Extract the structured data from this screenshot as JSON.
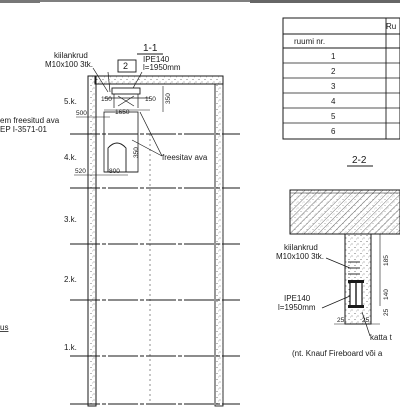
{
  "section_1_1": {
    "title": "1-1",
    "tag_number": "2",
    "fastener_label_1": "kiilankrud",
    "fastener_label_2": "M10x100 3tk.",
    "beam_label_1": "IPE140",
    "beam_label_2": "l=1950mm",
    "dimensions": [
      "150",
      "150",
      "350",
      "1650",
      "500",
      "350",
      "520",
      "800"
    ],
    "left_note_1": "em freesitud ava",
    "left_note_2": "EP I-3571-01",
    "milled_opening_label": "freesitav ava",
    "bottom_left_note": "us",
    "floors": [
      "5.k.",
      "4.k.",
      "3.k.",
      "2.k.",
      "1.k."
    ]
  },
  "room_table": {
    "header_right": "Ru",
    "header_left": "ruumi nr.",
    "rows": [
      "1",
      "2",
      "3",
      "4",
      "5",
      "6"
    ]
  },
  "section_2_2": {
    "title": "2-2",
    "fastener_label_1": "kiilankrud",
    "fastener_label_2": "M10x100 3tk.",
    "beam_label_1": "IPE140",
    "beam_label_2": "l=1950mm",
    "dimensions": [
      "185",
      "140",
      "25",
      "25",
      "25"
    ],
    "cover_note": "katta t",
    "board_note": "(nt. Knauf Fireboard või a"
  }
}
